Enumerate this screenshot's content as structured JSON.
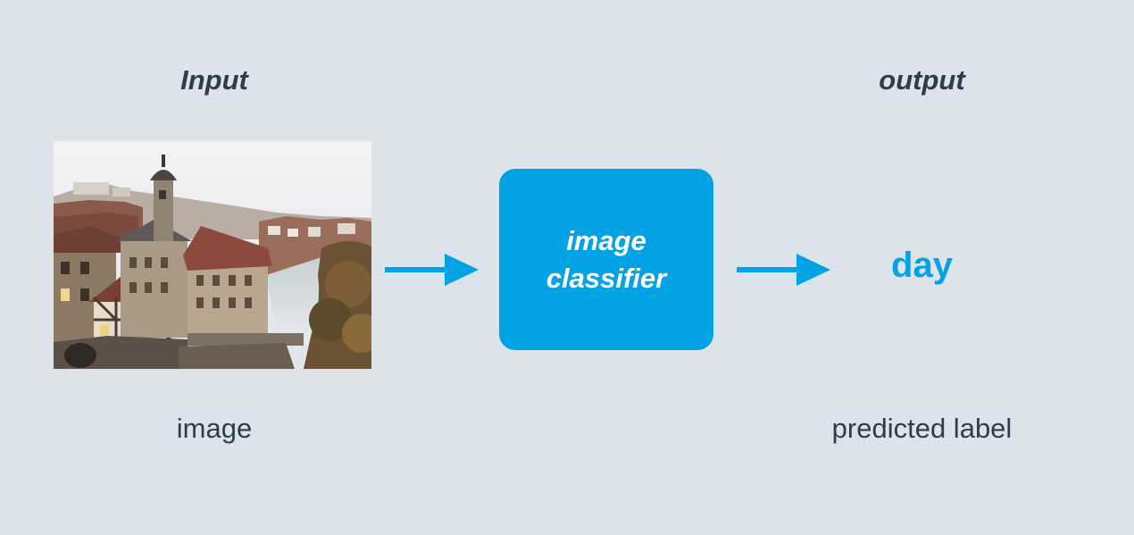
{
  "input_heading": "Input",
  "output_heading": "output",
  "image_caption": "image",
  "classifier": {
    "line1": "image",
    "line2": "classifier"
  },
  "prediction": "day",
  "prediction_caption": "predicted label",
  "colors": {
    "background": "#dde3ea",
    "accent": "#02a3e4",
    "text": "#2e3d49"
  },
  "icons": {
    "arrow_to_classifier": "arrow-right-icon",
    "arrow_to_output": "arrow-right-icon"
  }
}
